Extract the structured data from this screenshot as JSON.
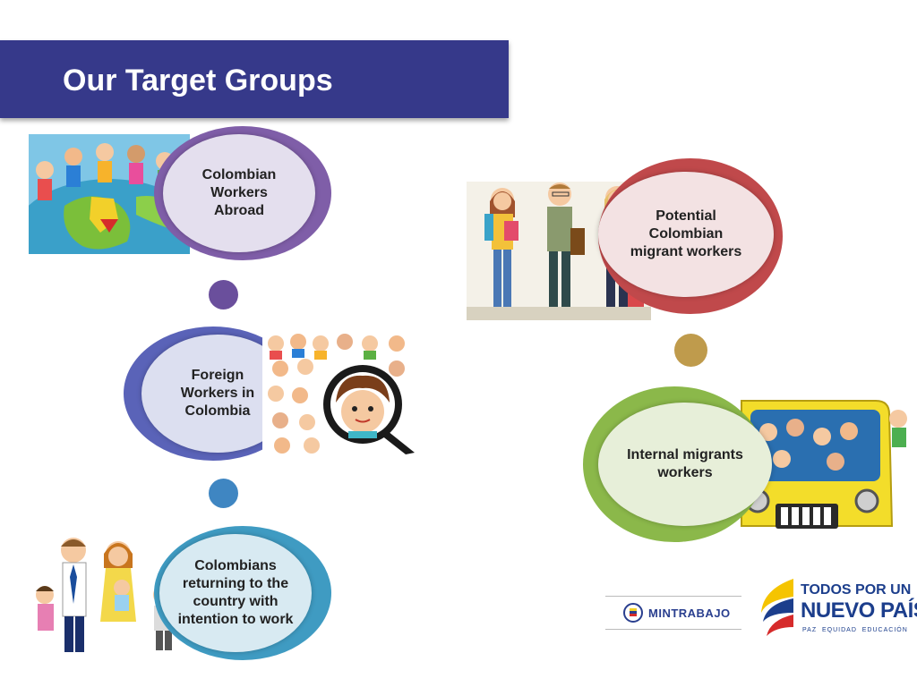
{
  "slide": {
    "title": "Our Target Groups"
  },
  "groups": [
    {
      "label": "Colombian Workers Abroad",
      "ring_color": "#7f5ea8"
    },
    {
      "label": "Foreign Workers in Colombia",
      "ring_color": "#5a63b8"
    },
    {
      "label": "Colombians returning to the country with intention to work",
      "ring_color": "#3f9bc2"
    },
    {
      "label": "Potential Colombian migrant workers",
      "ring_color": "#c0494b"
    },
    {
      "label": "Internal migrants workers",
      "ring_color": "#8bb84a"
    }
  ],
  "connector_colors": {
    "left": [
      "#6a4f9c",
      "#3f86c2"
    ],
    "right": [
      "#bf9b4c"
    ]
  },
  "logos": {
    "ministry": "MINTRABAJO",
    "slogan_line1": "TODOS POR UN",
    "slogan_line2": "NUEVO PAÍS",
    "slogan_line3": "PAZ  EQUIDAD  EDUCACIÓN"
  },
  "colors": {
    "title_bar": "#36398a",
    "slogan_blue": "#1c3e8c"
  }
}
